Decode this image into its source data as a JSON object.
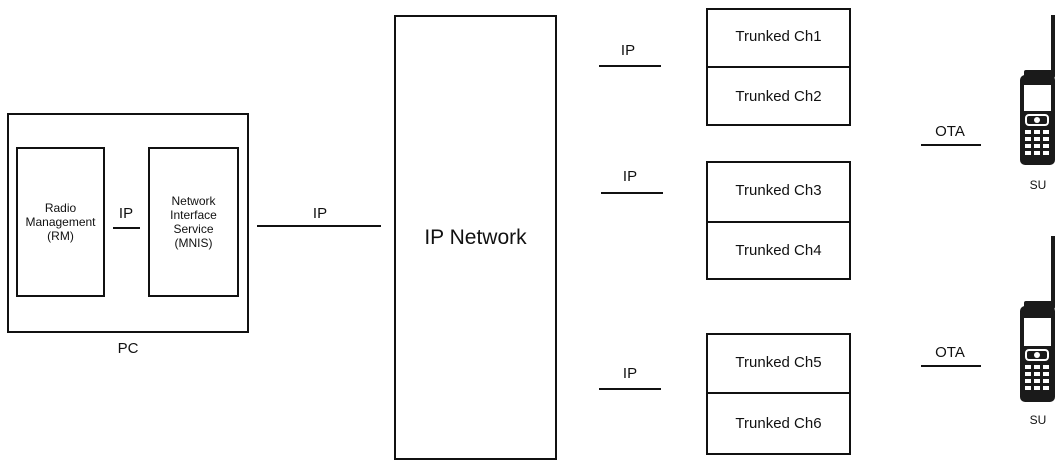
{
  "pc": {
    "label": "PC",
    "rm": {
      "line1": "Radio",
      "line2": "Management",
      "line3": "(RM)"
    },
    "mnis": {
      "line1": "Network",
      "line2": "Interface",
      "line3": "Service",
      "line4": "(MNIS)"
    },
    "inner_link_label": "IP"
  },
  "pc_to_network_label": "IP",
  "network": {
    "label": "IP Network"
  },
  "channel_groups": [
    {
      "link_label": "IP",
      "channels": [
        "Trunked Ch1",
        "Trunked Ch2"
      ]
    },
    {
      "link_label": "IP",
      "channels": [
        "Trunked Ch3",
        "Trunked Ch4"
      ]
    },
    {
      "link_label": "IP",
      "channels": [
        "Trunked Ch5",
        "Trunked Ch6"
      ]
    }
  ],
  "subscriber_units": [
    {
      "ota_label": "OTA",
      "label": "SU"
    },
    {
      "ota_label": "OTA",
      "label": "SU"
    }
  ],
  "colors": {
    "line": "#111111",
    "background": "#ffffff",
    "radio_body": "#1a1a1a"
  },
  "icons": {
    "subscriber_unit": "handheld-radio-icon"
  }
}
